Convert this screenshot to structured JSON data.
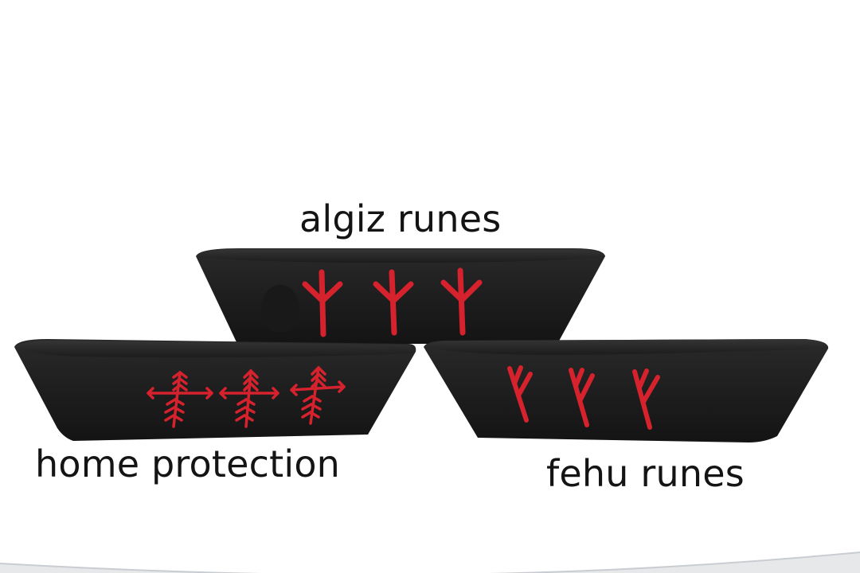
{
  "image": {
    "background_color": "#ffffff",
    "description": "Three charred-black wooden bowls arranged in a pyramid with red inlaid runes and captions",
    "colors": {
      "wood": "#1e1e1f",
      "wood_dark": "#111112",
      "rune_red": "#d6222d",
      "caption_text": "#141414"
    }
  },
  "labels": {
    "top": "algiz runes",
    "left": "home protection",
    "right": "fehu runes"
  },
  "bowls": [
    {
      "position": "top",
      "rune": "algiz",
      "count": 3
    },
    {
      "position": "bottom-left",
      "rune": "home protection bindrune",
      "count": 3
    },
    {
      "position": "bottom-right",
      "rune": "fehu",
      "count": 3
    }
  ]
}
